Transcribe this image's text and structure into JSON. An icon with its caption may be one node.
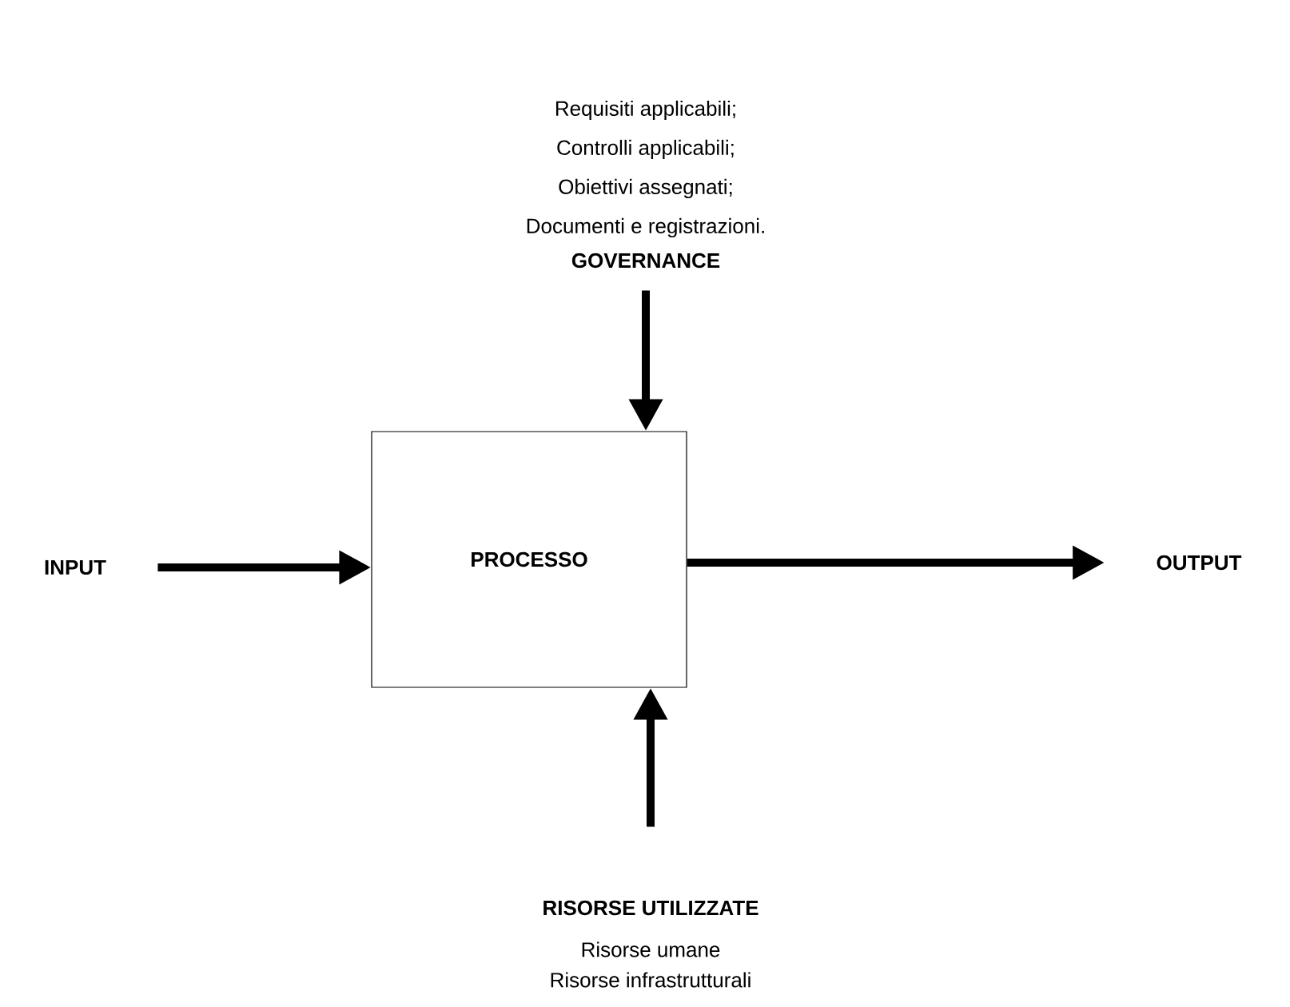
{
  "diagram": {
    "nodes": [
      {
        "text": [
          "GOVERNANCE"
        ],
        "beside": [
          "Requisiti applicabili;",
          "Controlli applicabili;",
          "Obiettivi assegnati;",
          "Documenti e registrazioni."
        ]
      },
      {
        "text": [
          "INPUT"
        ]
      },
      {
        "text": [
          "PROCESSO"
        ]
      },
      {
        "text": [
          "OUTPUT"
        ]
      },
      {
        "text": [
          "RISORSE UTILIZZATE"
        ],
        "beside": [
          "Risorse umane",
          "Risorse infrastrutturali"
        ]
      }
    ],
    "edges": [
      {
        "from": 0,
        "to": 2,
        "arrow": "to"
      },
      {
        "from": 1,
        "to": 2,
        "arrow": "to"
      },
      {
        "from": 2,
        "to": 3,
        "arrow": "to"
      },
      {
        "from": 4,
        "to": 2,
        "arrow": "to"
      }
    ]
  }
}
